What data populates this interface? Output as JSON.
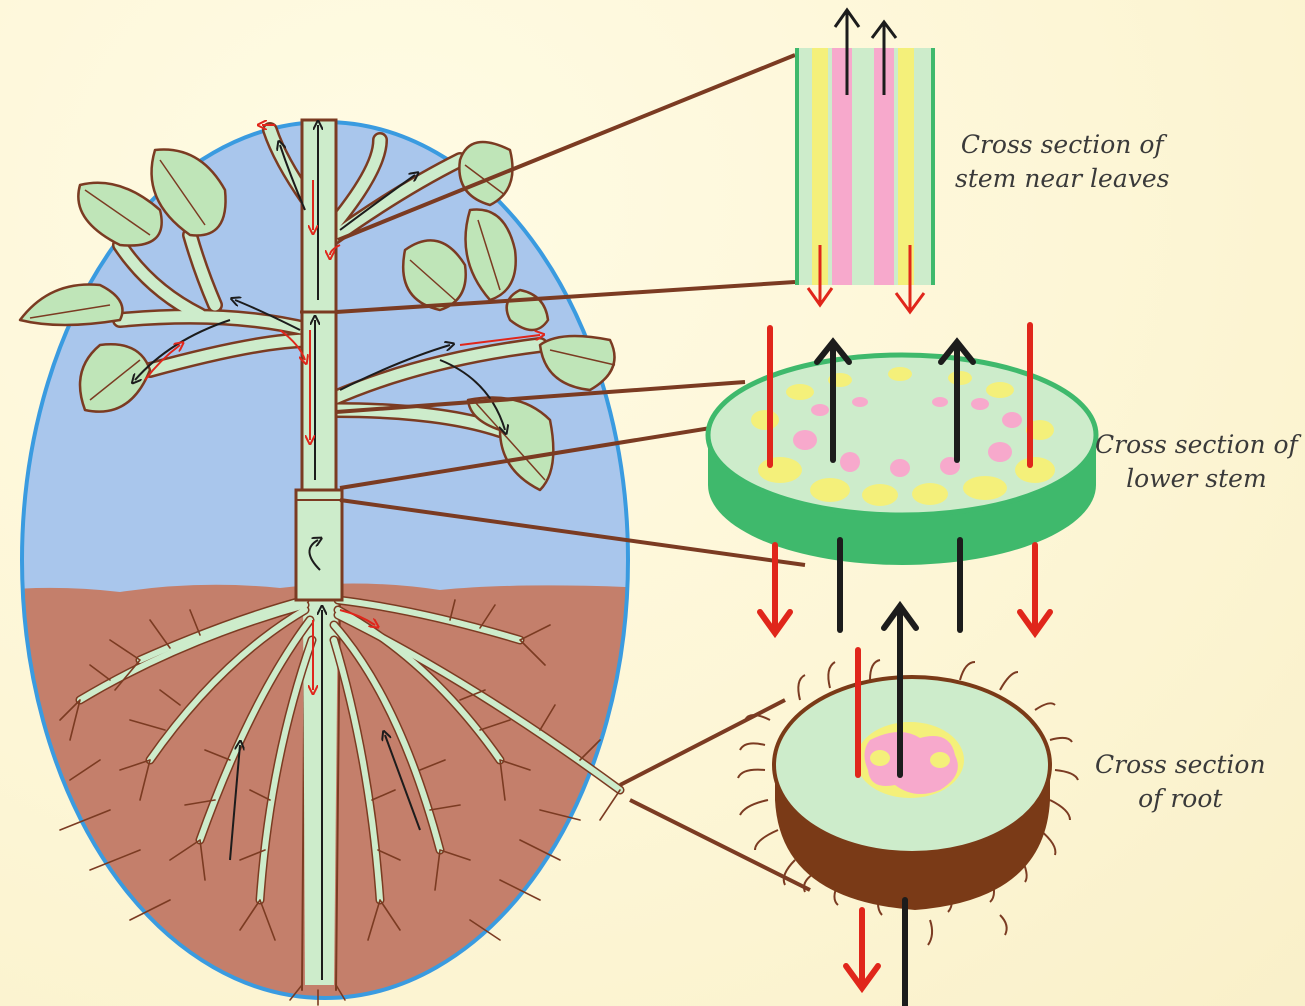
{
  "captions": {
    "stem_near_leaves": {
      "line1": "Cross section of",
      "line2": "stem near leaves"
    },
    "lower_stem": {
      "line1": "Cross section of",
      "line2": "lower stem"
    },
    "root": {
      "line1": "Cross section",
      "line2": "of root"
    }
  },
  "colors": {
    "background": "#fdf6d6",
    "sky": "#a9c6ec",
    "sky_border": "#3a9be0",
    "soil": "#c47f6b",
    "plant": "#cdeccb",
    "plant_outline": "#7b3b22",
    "xylem_arrow": "#1c1c1c",
    "phloem_arrow": "#e0261b",
    "xylem_tissue": "#f4f07a",
    "phloem_tissue": "#f7a9cc",
    "stem_outer": "#3fb96c",
    "root_outer": "#7a3a17"
  },
  "legend_semantics": {
    "black_arrows": "upward flow",
    "red_arrows": "downward flow"
  }
}
